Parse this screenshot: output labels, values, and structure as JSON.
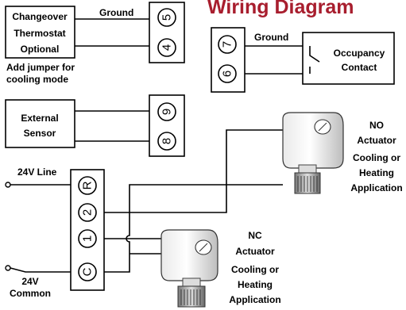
{
  "title": "Wiring Diagram",
  "changeover": {
    "line1": "Changeover",
    "line2": "Thermostat",
    "line3": "Optional",
    "note1": "Add jumper for",
    "note2": "cooling mode",
    "ground": "Ground"
  },
  "terminals_top": [
    "5",
    "4"
  ],
  "occupancy": {
    "ground": "Ground",
    "terminals": [
      "7",
      "6"
    ],
    "line1": "Occupancy",
    "line2": "Contact"
  },
  "sensor": {
    "line1": "External",
    "line2": "Sensor",
    "terminals": [
      "9",
      "8"
    ]
  },
  "power": {
    "line_label": "24V Line",
    "common1": "24V",
    "common2": "Common",
    "terminals": [
      "R",
      "2",
      "1",
      "C"
    ]
  },
  "no_actuator": {
    "line1": "NO",
    "line2": "Actuator",
    "line3": "Cooling or",
    "line4": "Heating",
    "line5": "Application"
  },
  "nc_actuator": {
    "line1": "NC",
    "line2": "Actuator",
    "line3": "Cooling or",
    "line4": "Heating",
    "line5": "Application"
  }
}
